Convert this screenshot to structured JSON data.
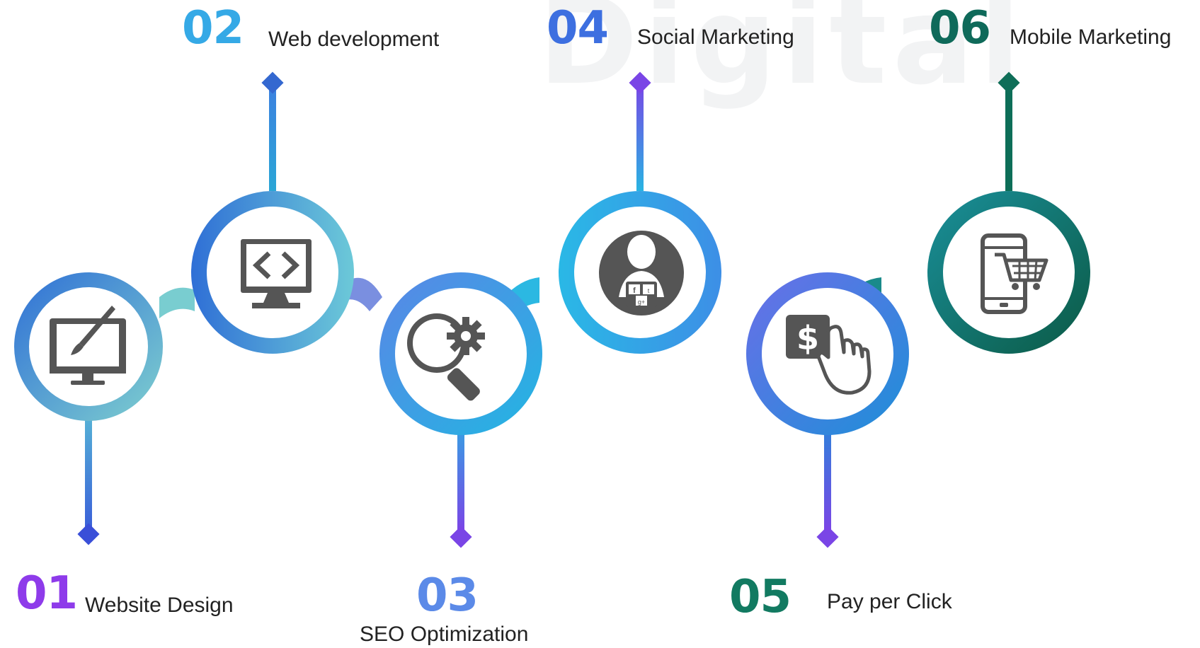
{
  "watermark": "Digital",
  "steps": [
    {
      "number": "01",
      "title": "Website Design",
      "color": "#8e3bea",
      "icon": "monitor-paintbrush-icon"
    },
    {
      "number": "02",
      "title": "Web development",
      "color": "#35a9e6",
      "icon": "code-monitor-icon"
    },
    {
      "number": "03",
      "title": "SEO Optimization",
      "color": "#5b8ae8",
      "icon": "magnifier-gear-icon"
    },
    {
      "number": "04",
      "title": "Social Marketing",
      "color": "#3d6fe0",
      "icon": "social-person-icon"
    },
    {
      "number": "05",
      "title": "Pay per Click",
      "color": "#127a61",
      "icon": "dollar-click-hand-icon"
    },
    {
      "number": "06",
      "title": "Mobile Marketing",
      "color": "#0f6a5a",
      "icon": "mobile-cart-icon"
    }
  ],
  "colors": {
    "ring_blue": "#2f7fd9",
    "ring_cyan": "#26bde6",
    "ring_teal": "#7fd0cf",
    "ring_purple": "#6b5fe6",
    "ring_green": "#127a61",
    "ring_dark_green": "#0c5c4b",
    "icon_gray": "#555555"
  }
}
